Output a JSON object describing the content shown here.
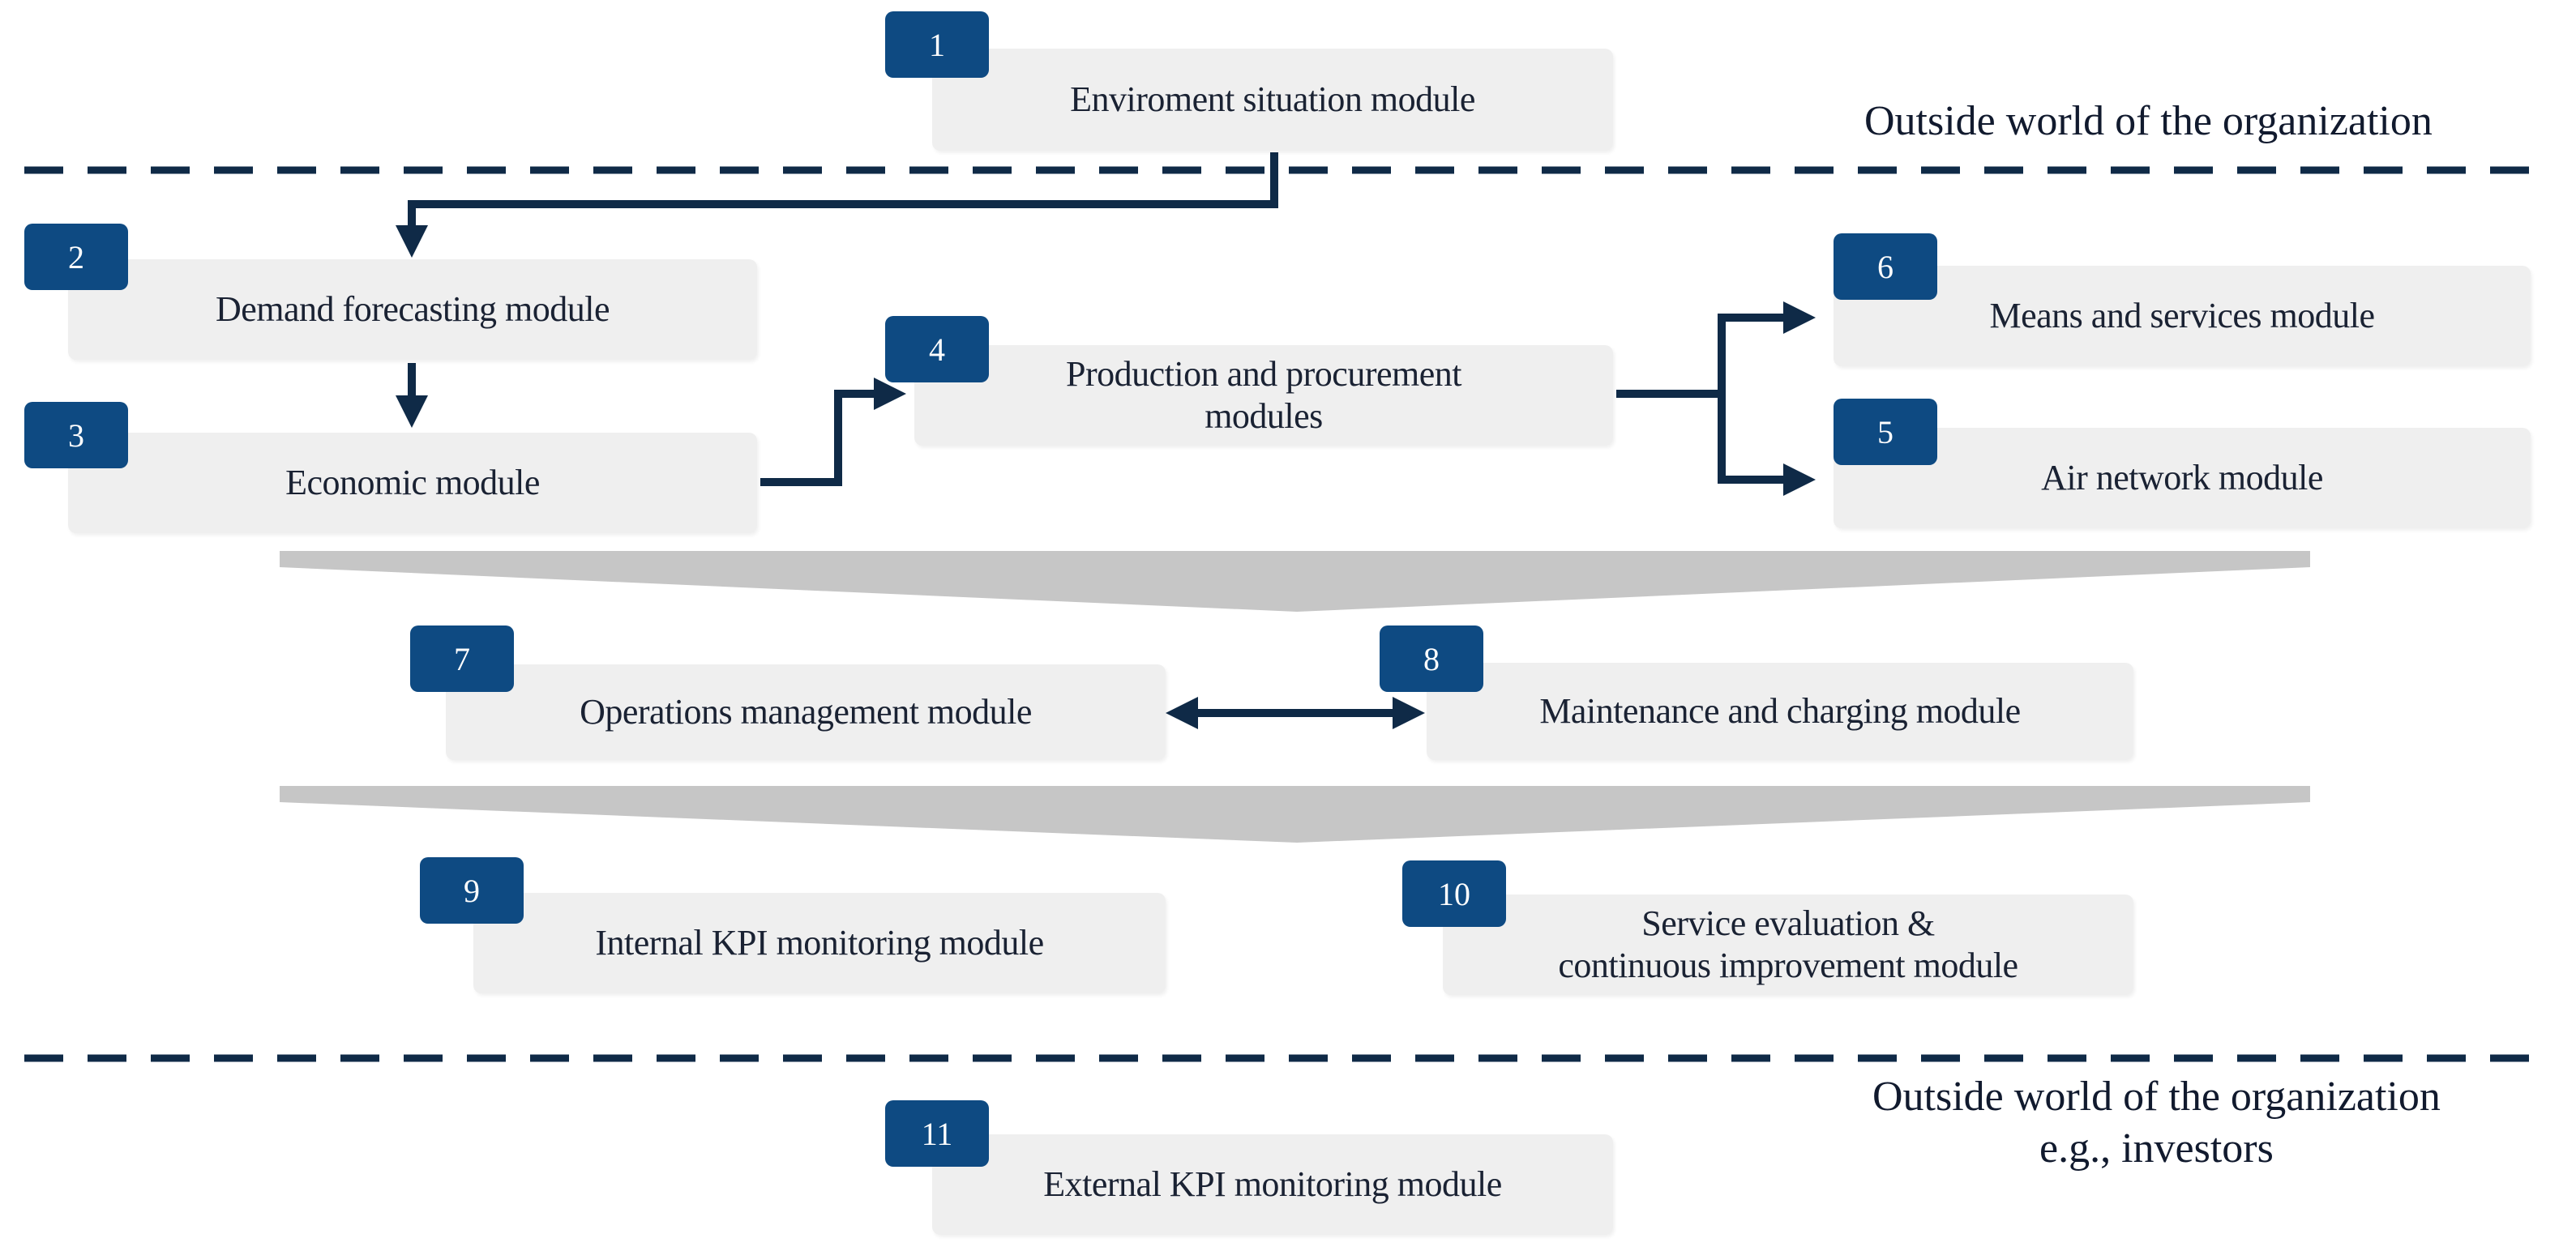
{
  "regions": {
    "outside_top": "Outside world of the organization",
    "outside_bottom_line1": "Outside world of the organization",
    "outside_bottom_line2": "e.g., investors"
  },
  "modules": {
    "m1": {
      "number": "1",
      "label": "Enviroment situation module"
    },
    "m2": {
      "number": "2",
      "label": "Demand forecasting module"
    },
    "m3": {
      "number": "3",
      "label": "Economic module"
    },
    "m4": {
      "number": "4",
      "label_line1": "Production and procurement",
      "label_line2": "modules"
    },
    "m5": {
      "number": "5",
      "label": "Air network module"
    },
    "m6": {
      "number": "6",
      "label": "Means and services module"
    },
    "m7": {
      "number": "7",
      "label": "Operations management module"
    },
    "m8": {
      "number": "8",
      "label": "Maintenance and charging module"
    },
    "m9": {
      "number": "9",
      "label": "Internal KPI monitoring module"
    },
    "m10": {
      "number": "10",
      "label_line1": "Service evaluation &",
      "label_line2": "continuous improvement module"
    },
    "m11": {
      "number": "11",
      "label": "External KPI monitoring module"
    }
  },
  "colors": {
    "badge": "#0e4a82",
    "arrow": "#0f2a47",
    "box": "#efefef",
    "funnel": "#c6c6c6",
    "dashed_line": "#0f2a47"
  }
}
